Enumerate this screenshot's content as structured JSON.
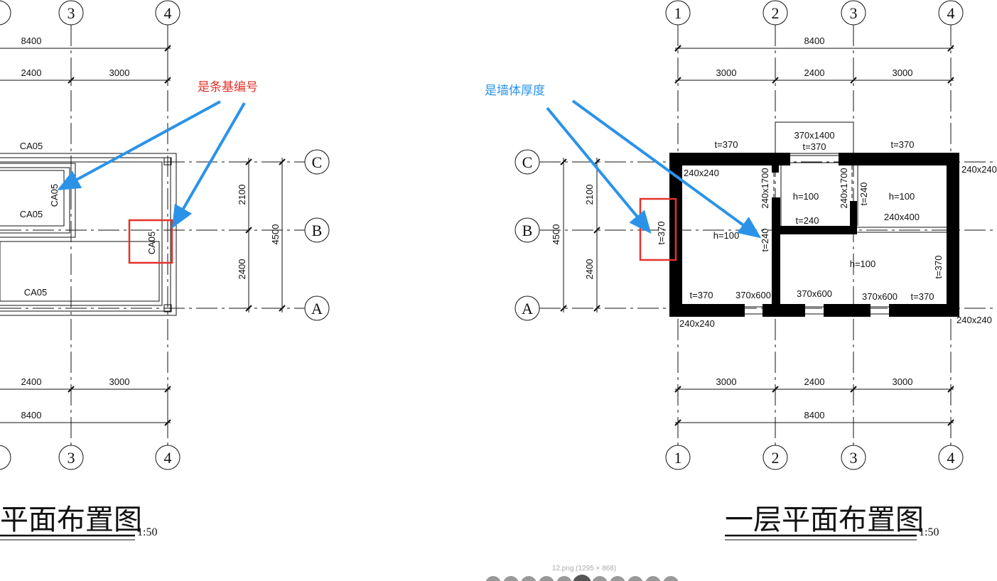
{
  "viewer": {
    "filename": "12.png (1295 × 868)"
  },
  "left_plan": {
    "title": "平面布置图",
    "scale": "1:50",
    "axes_top": [
      "3",
      "4"
    ],
    "axes_bottom": [
      "3",
      "4"
    ],
    "axes_side": [
      "C",
      "B",
      "A"
    ],
    "dims_top": {
      "total": "8400",
      "seg1": "2400",
      "seg2": "3000"
    },
    "dims_bottom": {
      "total": "8400",
      "seg1": "2400",
      "seg2": "3000"
    },
    "dims_side": {
      "upper": "2100",
      "lower": "2400",
      "total": "4500"
    },
    "strip_labels": [
      "CA05",
      "CA05",
      "CA05",
      "CA05",
      "CA05"
    ],
    "note": "是条基编号",
    "note_color": "#e4322b"
  },
  "right_plan": {
    "title": "一层平面布置图",
    "scale": "1:50",
    "axes_top": [
      "1",
      "2",
      "3",
      "4"
    ],
    "axes_bottom": [
      "1",
      "2",
      "3",
      "4"
    ],
    "axes_side": [
      "C",
      "B",
      "A"
    ],
    "dims_top": {
      "total": "8400",
      "seg1": "3000",
      "seg2": "2400",
      "seg3": "3000"
    },
    "dims_bottom": {
      "total": "8400",
      "seg1": "3000",
      "seg2": "2400",
      "seg3": "3000"
    },
    "dims_side": {
      "upper": "2100",
      "lower": "2400",
      "total": "4500"
    },
    "labels": {
      "opening_top": "370x1400",
      "opening_top_t": "t=370",
      "t370_topleft": "t=370",
      "t370_topright": "t=370",
      "col_tl": "240x240",
      "col_tr": "240x240",
      "col_bl": "240x240",
      "col_br": "240x240",
      "v1700_a": "240x1700",
      "v1700_b": "240x1700",
      "t240_vert_right": "t=240",
      "h100_a": "h=100",
      "h100_b": "h=100",
      "h100_c": "h=100",
      "h100_d": "h=100",
      "t240_mid": "t=240",
      "b240x400": "240x400",
      "t370_left": "t=370",
      "t240_vert_mid": "t=240",
      "t370_right_vert": "t=370",
      "t370_bottomleft": "t=370",
      "w370x600_a": "370x600",
      "w370x600_b": "370x600",
      "w370x600_c": "370x600",
      "t370_bottomright": "t=370"
    },
    "note": "是墙体厚度",
    "note_color": "#2a93e8"
  },
  "thumbnails": {
    "count": 11,
    "active_index": 5
  }
}
